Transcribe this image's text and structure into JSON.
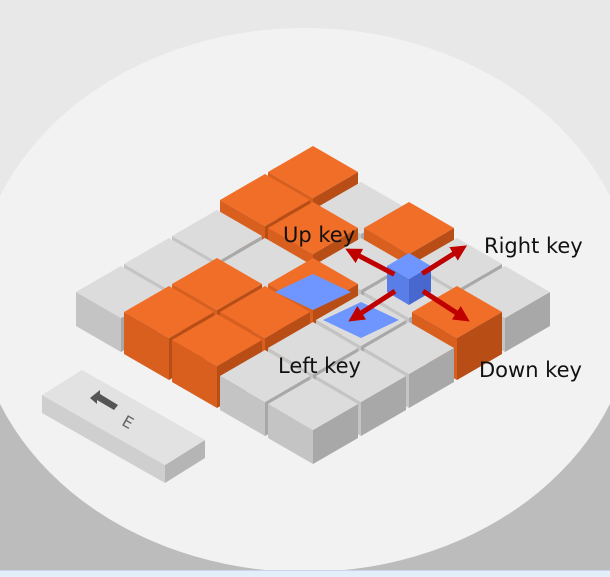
{
  "scene": {
    "type": "isometric-puzzle-board",
    "colors": {
      "background_circle": "#f2f2f2",
      "background_outer": "#bcbcbc",
      "background_corner_top": "#e8e8e8",
      "gray_top": "#dcdcdc",
      "gray_left": "#c4c4c4",
      "gray_right": "#a8a8a8",
      "orange_top": "#f06e28",
      "orange_left": "#d85f1e",
      "orange_right": "#b84e16",
      "player_top": "#6f96ff",
      "player_left": "#5a7ee8",
      "player_right": "#4868d0",
      "path": "#6f96ff",
      "arrow": "#c00000",
      "label": "#111111"
    },
    "grid": [
      [
        "orange",
        "gray",
        "orange",
        "gray",
        "gray"
      ],
      [
        "orange",
        "orange",
        "gray",
        "gray",
        "orange"
      ],
      [
        "gray",
        "gray",
        "orange",
        "gray",
        "gray"
      ],
      [
        "gray",
        "orange",
        "orange",
        "gray",
        "gray"
      ],
      [
        "gray",
        "orange",
        "orange",
        "gray",
        "gray"
      ]
    ],
    "player": {
      "col": 3,
      "row": 1,
      "color": "blue"
    },
    "path_cells": [
      [
        2,
        2
      ],
      [
        3,
        2
      ]
    ],
    "arrows": [
      {
        "name": "up",
        "label": "Up key"
      },
      {
        "name": "right",
        "label": "Right key"
      },
      {
        "name": "down",
        "label": "Down key"
      },
      {
        "name": "left",
        "label": "Left key"
      }
    ],
    "exit_key": {
      "glyph": "E",
      "icon": "arrow-left-icon"
    }
  }
}
